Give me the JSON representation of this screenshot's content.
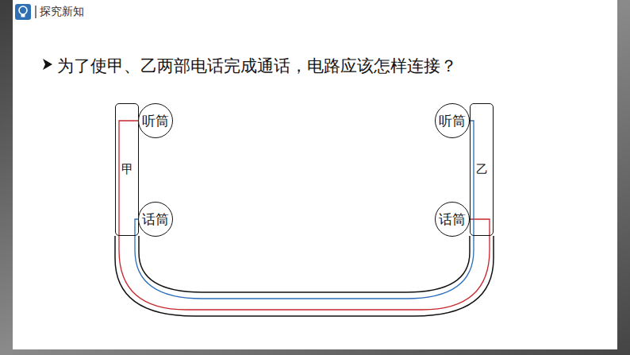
{
  "diagram": {
    "title": "为了使甲、乙两部电话完成通话，电路应该怎样连接？",
    "nodes": [
      {
        "text": [
          "甲"
        ]
      },
      {
        "text": [
          "听筒"
        ]
      },
      {
        "text": [
          "话筒"
        ]
      },
      {
        "text": [
          "乙"
        ]
      },
      {
        "text": [
          "听筒"
        ]
      },
      {
        "text": [
          "话筒"
        ]
      }
    ],
    "edges": [
      {
        "from": 1,
        "to": 5,
        "arrow": "none"
      },
      {
        "from": 2,
        "to": 4,
        "arrow": "none"
      }
    ],
    "labels": [
      "探究新知"
    ]
  }
}
